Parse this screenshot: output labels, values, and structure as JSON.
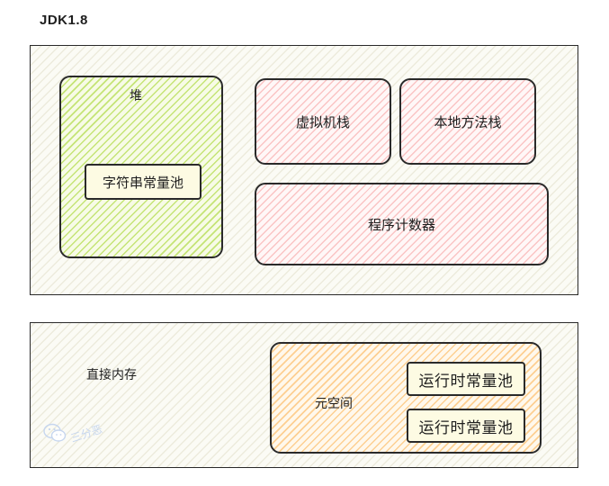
{
  "title": "JDK1.8",
  "top_panel": {
    "heap": {
      "label": "堆",
      "string_pool": "字符串常量池"
    },
    "jvm_stack": "虚拟机栈",
    "native_stack": "本地方法栈",
    "pc_register": "程序计数器"
  },
  "bottom_panel": {
    "direct_memory": "直接内存",
    "metaspace": {
      "label": "元空间",
      "pools": [
        "运行时常量池",
        "运行时常量池"
      ]
    }
  },
  "watermark": "三分恶",
  "colors": {
    "heap_fill": "#b2e050",
    "stack_fill": "#f8afaf",
    "metaspace_fill": "#fdc882",
    "pool_fill": "#fdfbe3"
  }
}
